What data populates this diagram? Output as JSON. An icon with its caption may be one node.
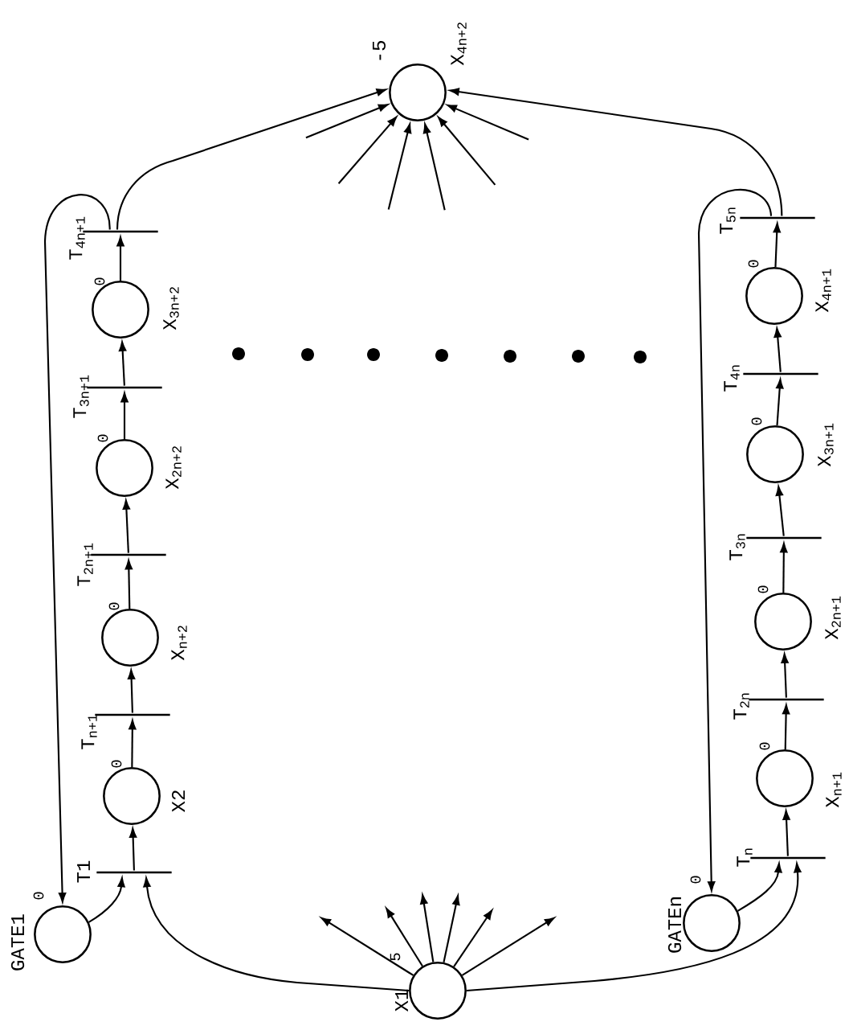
{
  "diagram": {
    "nodes": [
      {
        "text": [],
        "shape": "circle",
        "beside": [
          "GATE1",
          "0"
        ]
      },
      {
        "text": [],
        "shape": "bar",
        "beside": [
          "T1"
        ]
      },
      {
        "text": [],
        "shape": "circle",
        "beside": [
          "0",
          "X2"
        ]
      },
      {
        "text": [],
        "shape": "bar",
        "beside": [
          "T$_{n+1}$"
        ]
      },
      {
        "text": [],
        "shape": "circle",
        "beside": [
          "0",
          "X$_{n+2}$"
        ]
      },
      {
        "text": [],
        "shape": "bar",
        "beside": [
          "T$_{2n+1}$"
        ]
      },
      {
        "text": [],
        "shape": "circle",
        "beside": [
          "0",
          "X$_{2n+2}$"
        ]
      },
      {
        "text": [],
        "shape": "bar",
        "beside": [
          "T$_{3n+1}$"
        ]
      },
      {
        "text": [],
        "shape": "circle",
        "beside": [
          "0",
          "X$_{3n+2}$"
        ]
      },
      {
        "text": [],
        "shape": "bar",
        "beside": [
          "T$_{4n+1}$"
        ]
      },
      {
        "text": [],
        "shape": "circle",
        "beside": [
          "-5",
          "X$_{4n+2}$"
        ]
      },
      {
        "text": [],
        "shape": "circle",
        "beside": [
          "GATEn",
          "0"
        ]
      },
      {
        "text": [],
        "shape": "bar",
        "beside": [
          "T$_{n}$"
        ]
      },
      {
        "text": [],
        "shape": "circle",
        "beside": [
          "0",
          "X$_{n+1}$"
        ]
      },
      {
        "text": [],
        "shape": "bar",
        "beside": [
          "T$_{2n}$"
        ]
      },
      {
        "text": [],
        "shape": "circle",
        "beside": [
          "0",
          "X$_{2n+1}$"
        ]
      },
      {
        "text": [],
        "shape": "bar",
        "beside": [
          "T$_{3n}$"
        ]
      },
      {
        "text": [],
        "shape": "circle",
        "beside": [
          "0",
          "X$_{3n+1}$"
        ]
      },
      {
        "text": [],
        "shape": "bar",
        "beside": [
          "T$_{4n}$"
        ]
      },
      {
        "text": [],
        "shape": "circle",
        "beside": [
          "0",
          "X$_{4n+1}$"
        ]
      },
      {
        "text": [],
        "shape": "bar",
        "beside": [
          "T$_{5n}$"
        ]
      },
      {
        "text": [],
        "shape": "circle",
        "beside": [
          "X1",
          "5"
        ]
      }
    ],
    "edges": [
      {
        "from": 0,
        "to": 1,
        "arrow": "to"
      },
      {
        "from": 21,
        "to": 1,
        "arrow": "to"
      },
      {
        "from": 1,
        "to": 2,
        "arrow": "to"
      },
      {
        "from": 2,
        "to": 3,
        "arrow": "to"
      },
      {
        "from": 3,
        "to": 4,
        "arrow": "to"
      },
      {
        "from": 4,
        "to": 5,
        "arrow": "to"
      },
      {
        "from": 5,
        "to": 6,
        "arrow": "to"
      },
      {
        "from": 6,
        "to": 7,
        "arrow": "to"
      },
      {
        "from": 7,
        "to": 8,
        "arrow": "to"
      },
      {
        "from": 8,
        "to": 9,
        "arrow": "to"
      },
      {
        "from": 9,
        "to": 10,
        "arrow": "to"
      },
      {
        "from": 9,
        "to": 0,
        "arrow": "to"
      },
      {
        "from": 11,
        "to": 12,
        "arrow": "to"
      },
      {
        "from": 21,
        "to": 12,
        "arrow": "to"
      },
      {
        "from": 12,
        "to": 13,
        "arrow": "to"
      },
      {
        "from": 13,
        "to": 14,
        "arrow": "to"
      },
      {
        "from": 14,
        "to": 15,
        "arrow": "to"
      },
      {
        "from": 15,
        "to": 16,
        "arrow": "to"
      },
      {
        "from": 16,
        "to": 17,
        "arrow": "to"
      },
      {
        "from": 17,
        "to": 18,
        "arrow": "to"
      },
      {
        "from": 18,
        "to": 19,
        "arrow": "to"
      },
      {
        "from": 19,
        "to": 20,
        "arrow": "to"
      },
      {
        "from": 20,
        "to": 10,
        "arrow": "to"
      },
      {
        "from": 20,
        "to": 11,
        "arrow": "to"
      },
      {
        "from": 21,
        "to": null,
        "arrow": "to"
      },
      {
        "from": 21,
        "to": null,
        "arrow": "to"
      },
      {
        "from": 21,
        "to": null,
        "arrow": "to"
      },
      {
        "from": 21,
        "to": null,
        "arrow": "to"
      },
      {
        "from": 21,
        "to": null,
        "arrow": "to"
      },
      {
        "from": 21,
        "to": null,
        "arrow": "to"
      },
      {
        "from": null,
        "to": 10,
        "arrow": "to"
      },
      {
        "from": null,
        "to": 10,
        "arrow": "to"
      },
      {
        "from": null,
        "to": 10,
        "arrow": "to"
      },
      {
        "from": null,
        "to": 10,
        "arrow": "to"
      },
      {
        "from": null,
        "to": 10,
        "arrow": "to"
      },
      {
        "from": null,
        "to": 10,
        "arrow": "to"
      }
    ]
  }
}
